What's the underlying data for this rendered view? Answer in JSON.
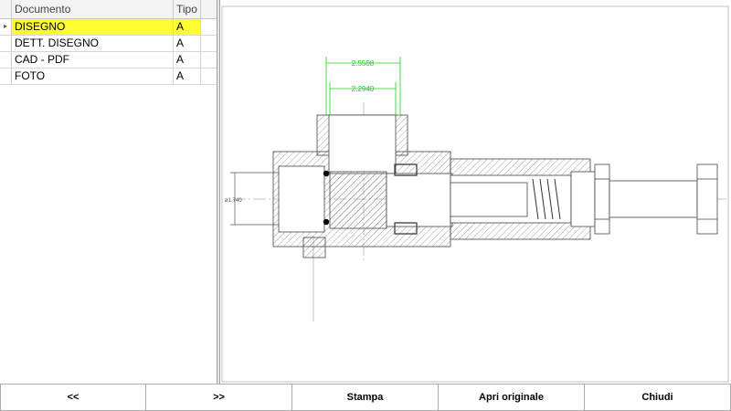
{
  "grid": {
    "columns": {
      "documento": "Documento",
      "tipo": "Tipo"
    },
    "selected_indicator": "▸",
    "rows": [
      {
        "documento": "DISEGNO",
        "tipo": "A",
        "selected": true
      },
      {
        "documento": "DETT. DISEGNO",
        "tipo": "A",
        "selected": false
      },
      {
        "documento": "CAD - PDF",
        "tipo": "A",
        "selected": false
      },
      {
        "documento": "FOTO",
        "tipo": "A",
        "selected": false
      }
    ]
  },
  "drawing": {
    "dimension_outer": "2.5508",
    "dimension_inner": "2.2940",
    "dimension_diameter": "ø1.740",
    "dimension_color": "#22cc22"
  },
  "toolbar": {
    "prev_label": "<<",
    "next_label": ">>",
    "print_label": "Stampa",
    "open_original_label": "Apri originale",
    "close_label": "Chiudi"
  }
}
